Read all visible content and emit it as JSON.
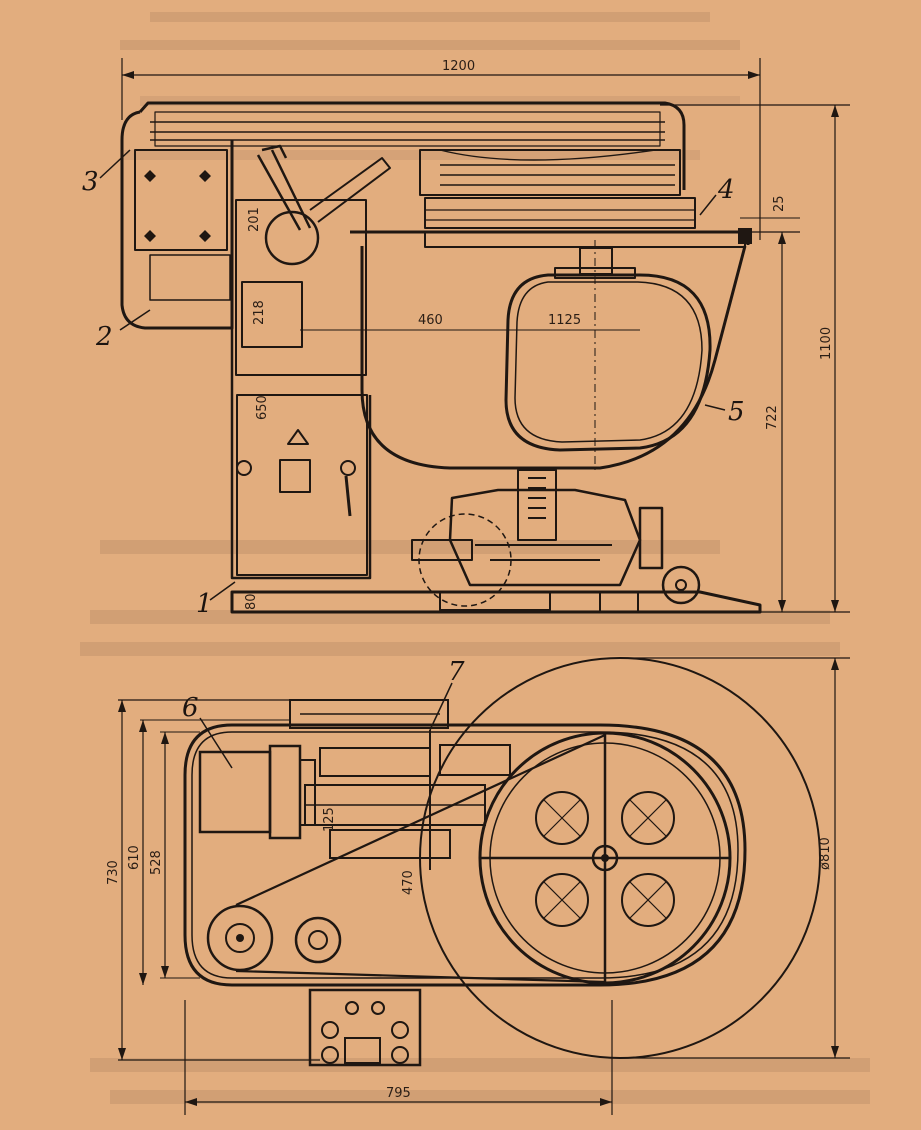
{
  "figure": {
    "subject": "dough mixer drawing",
    "side_view": {
      "dimensions": {
        "overall_width": "1200",
        "overall_height": "1100",
        "bowl_height": "722",
        "top_offset": "25",
        "lever_dim": "201",
        "frame_218": "218",
        "arm_460": "460",
        "bowl_1125": "1125",
        "housing_650": "650",
        "base_80": "80"
      },
      "callouts": [
        "1",
        "2",
        "3",
        "4",
        "5"
      ]
    },
    "plan_view": {
      "dimensions": {
        "depth_outer": "730",
        "depth_mid": "610",
        "depth_inner": "528",
        "pulley_470": "470",
        "shaft_125": "125",
        "table_diameter": "ø810",
        "width_bottom": "795"
      },
      "callouts": [
        "6",
        "7"
      ]
    }
  },
  "colors": {
    "paper": "#e2ad7e",
    "ink": "#1f1712"
  }
}
